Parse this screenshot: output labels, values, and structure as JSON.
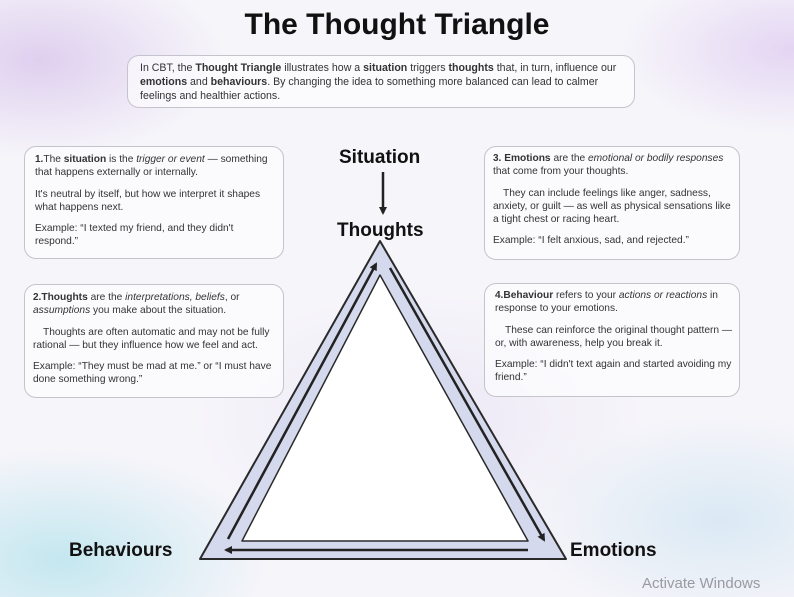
{
  "title": "The Thought Triangle",
  "intro": {
    "t1": "In CBT, the ",
    "b1": "Thought Triangle",
    "t2": " illustrates how a ",
    "b2": "situation",
    "t3": " triggers ",
    "b3": "thoughts",
    "t4": " that, in turn, influence our ",
    "b4": "emotions",
    "t5": " and ",
    "b5": "behaviours",
    "t6": ". By changing the idea to something more balanced can lead to calmer feelings and healthier actions."
  },
  "labels": {
    "situation": "Situation",
    "thoughts": "Thoughts",
    "behaviours": "Behaviours",
    "emotions": "Emotions"
  },
  "boxes": {
    "situation": {
      "num": "1.",
      "t1": "The ",
      "b1": "situation",
      "t2": " is the ",
      "i1": "trigger or event",
      "t3": " — something that happens externally or internally.",
      "p2": "It's neutral by itself, but how we interpret it shapes what happens next.",
      "p3": "Example: “I texted my friend, and they didn't respond.”"
    },
    "thoughts": {
      "num": "2.",
      "b1": "Thoughts",
      "t1": " are the ",
      "i1": "interpretations, beliefs",
      "t2": ", or ",
      "i2": "assumptions",
      "t3": " you make about the situation.",
      "p2": "Thoughts are often automatic and may not be fully rational — but they influence how we feel and act.",
      "p3": "Example: “They must be mad at me.” or “I must have done something wrong.”"
    },
    "emotions": {
      "num": "3.",
      "b1": "Emotions",
      "t1": " are the ",
      "i1": "emotional or bodily responses",
      "t2": " that come from your thoughts.",
      "p2": "They can include feelings like anger, sadness, anxiety, or guilt — as well as physical sensations like a tight chest or racing heart.",
      "p3": "Example: “I felt anxious, sad, and rejected.”"
    },
    "behaviour": {
      "num": "4.",
      "b1": "Behaviour",
      "t1": " refers to your ",
      "i1": "actions or reactions",
      "t2": " in response to your emotions.",
      "p2": "These can reinforce the original thought pattern — or, with awareness, help you break it.",
      "p3": "Example: “I didn't text again and started avoiding my friend.”"
    }
  },
  "watermark": "Activate Windows",
  "colors": {
    "triangle_fill": "#d4d9ee",
    "triangle_stroke": "#2a2a2a",
    "inner_fill": "#ffffff",
    "arrow": "#222222"
  }
}
